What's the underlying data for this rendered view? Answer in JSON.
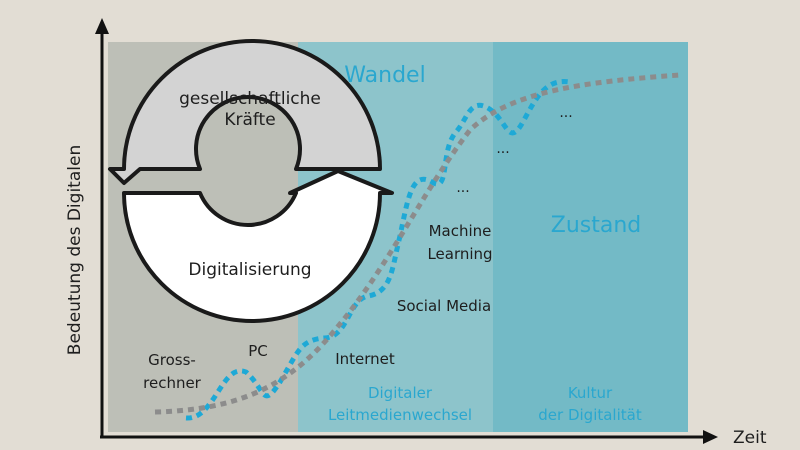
{
  "axes": {
    "y_label": "Bedeutung des Digitalen",
    "x_label": "Zeit"
  },
  "zones": {
    "wandel_title": "Wandel",
    "zustand_title": "Zustand",
    "digitaler_line1": "Digitaler",
    "digitaler_line2": "Leitmedienwechsel",
    "kultur_line1": "Kultur",
    "kultur_line2": "der Digitalität"
  },
  "cycle": {
    "upper_line1": "gesellschaftliche",
    "upper_line2": "Kräfte",
    "lower": "Digitalisierung"
  },
  "milestones": {
    "grossrechner_line1": "Gross-",
    "grossrechner_line2": "rechner",
    "pc": "PC",
    "internet": "Internet",
    "social_media": "Social Media",
    "ml_line1": "Machine",
    "ml_line2": "Learning",
    "ellipsis": "..."
  },
  "colors": {
    "background": "#e2ddd4",
    "zone_left": "#bdbfb7",
    "zone_wandel": "#8dc4cb",
    "zone_zustand": "#73bac6",
    "title_blue": "#2aa7cf",
    "dot_blue": "#1ea9d6",
    "dot_gray": "#8c8c8c",
    "text_dark": "#1e1e1e",
    "axis": "#111111"
  }
}
